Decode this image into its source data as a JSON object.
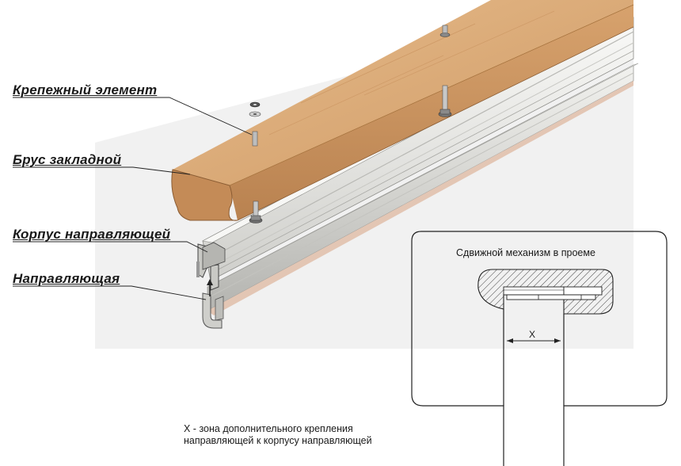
{
  "labels": {
    "fastener": "Крепежный элемент",
    "bar": "Брус закладной",
    "housing": "Корпус направляющей",
    "rail": "Направляющая"
  },
  "section": {
    "title": "Сдвижной механизм в проеме",
    "dimension": "X"
  },
  "note": {
    "line1": "X - зона дополнительного крепления",
    "line2": "направляющей к корпусу направляющей"
  },
  "colors": {
    "wood": "#d9a874",
    "wood_dark": "#b9824f",
    "aluminum": "#dcdcd8",
    "aluminum_dark": "#a8a8a4",
    "outline": "#333333",
    "background": "#ffffff"
  }
}
